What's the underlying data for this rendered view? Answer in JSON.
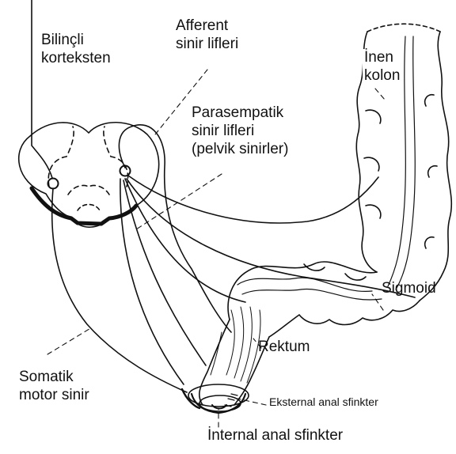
{
  "labels": {
    "cortex": [
      "Bilinçli",
      "korteksten"
    ],
    "afferent": [
      "Afferent",
      "sinir lifleri"
    ],
    "parasympathetic": [
      "Parasempatik",
      "sinir lifleri",
      "(pelvik sinirler)"
    ],
    "descending_colon": [
      "İnen",
      "kolon"
    ],
    "sigmoid": "Sigmoid",
    "rectum": "Rektum",
    "somatic": [
      "Somatik",
      "motor sinir"
    ],
    "external_sphincter": "Eksternal anal sfinkter",
    "internal_sphincter": "İnternal anal sfinkter"
  },
  "colors": {
    "ink": "#111111",
    "background": "#ffffff"
  }
}
